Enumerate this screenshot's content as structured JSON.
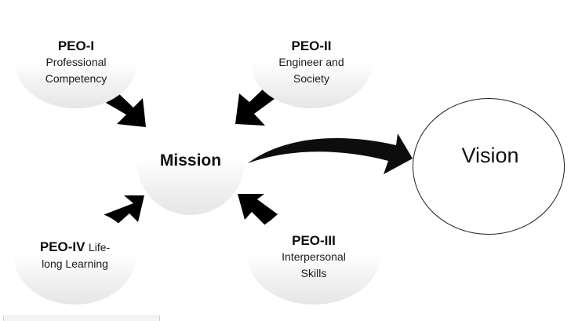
{
  "diagram": {
    "center": {
      "label": "Mission"
    },
    "target": {
      "label": "Vision"
    },
    "peos": [
      {
        "id": "PEO-I",
        "title": "PEO-I",
        "subtitle_lines": [
          "Professional",
          "Competency"
        ],
        "position": "top-left"
      },
      {
        "id": "PEO-II",
        "title": "PEO-II",
        "subtitle_lines": [
          "Engineer and",
          "Society"
        ],
        "position": "top-right"
      },
      {
        "id": "PEO-III",
        "title": "PEO-III",
        "subtitle_lines": [
          "Interpersonal",
          "Skills"
        ],
        "position": "bottom-right"
      },
      {
        "id": "PEO-IV",
        "title": "PEO-IV",
        "inline_text": "Life-",
        "subtitle_lines": [
          "long Learning"
        ],
        "position": "bottom-left"
      }
    ],
    "arrows": [
      {
        "from": "PEO-I",
        "to": "Mission",
        "style": "block"
      },
      {
        "from": "PEO-II",
        "to": "Mission",
        "style": "block"
      },
      {
        "from": "PEO-III",
        "to": "Mission",
        "style": "block"
      },
      {
        "from": "PEO-IV",
        "to": "Mission",
        "style": "block"
      },
      {
        "from": "Mission",
        "to": "Vision",
        "style": "curved"
      }
    ]
  }
}
